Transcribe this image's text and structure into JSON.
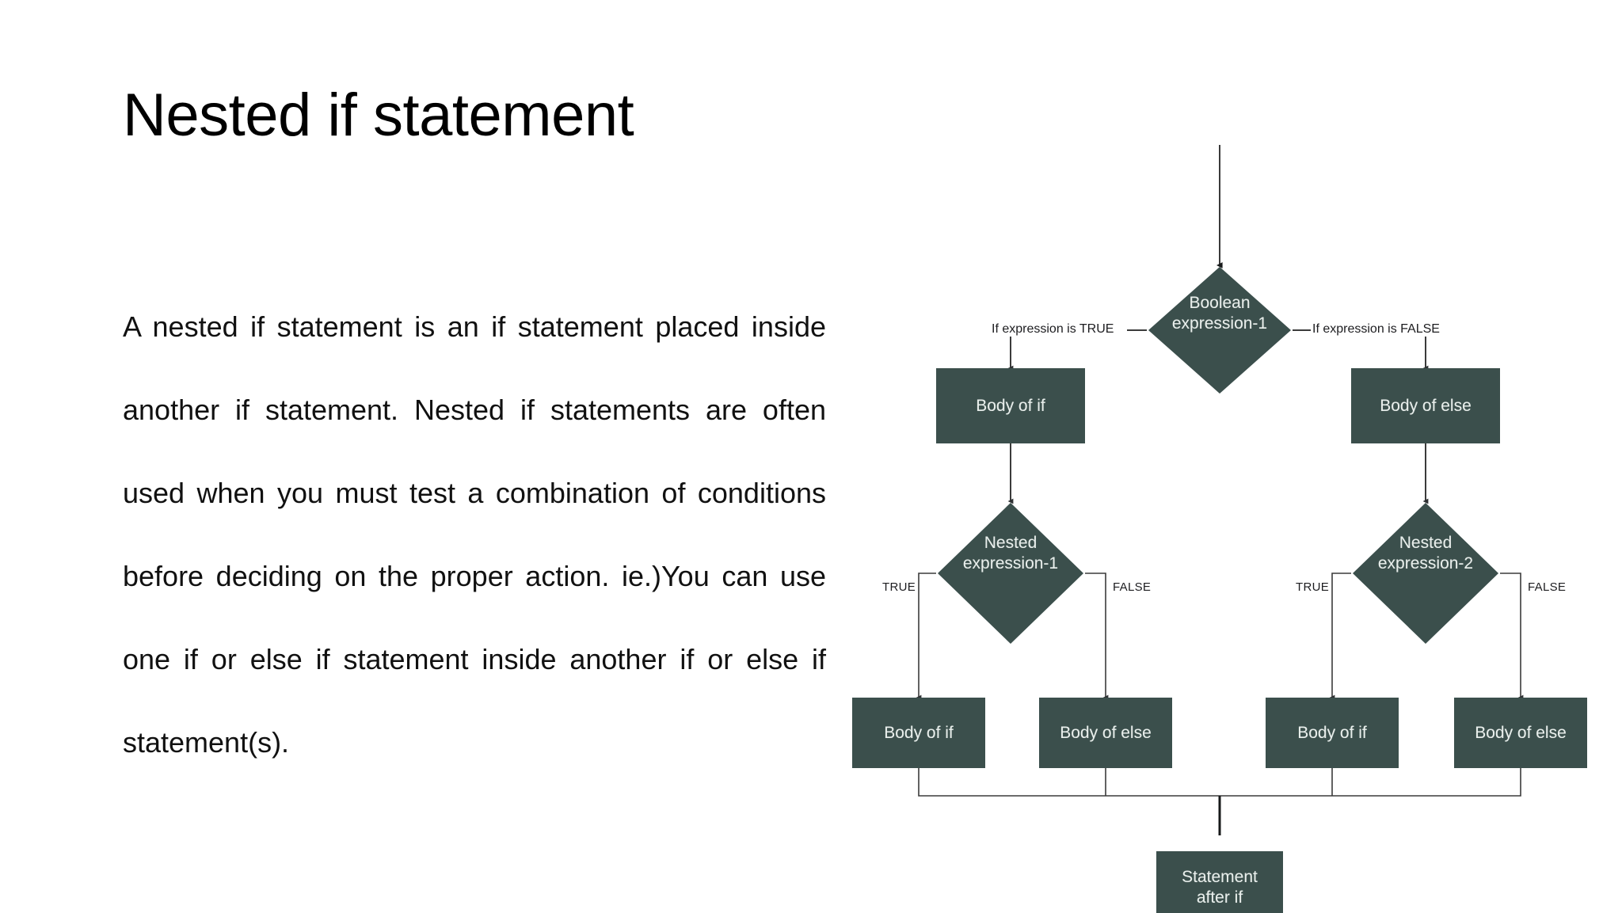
{
  "slide": {
    "title": "Nested if statement",
    "body": "A nested if statement is an if statement placed inside another if statement. Nested if statements are often used when you must test a combination of conditions before deciding on the proper action. ie.)You can use one if or else if statement inside another if or else if statement(s)."
  },
  "colors": {
    "node_fill": "#3b4f4c",
    "node_text": "#e9efec",
    "connector": "#3b3b3b",
    "edge_label_text": "#1d1d20",
    "background": "#ffffff"
  },
  "flowchart": {
    "nodes": {
      "boolean_expression": "Boolean\nexpression-1",
      "body_of_if_1": "Body of if",
      "body_of_else_1": "Body of else",
      "nested_expression_1": "Nested\nexpression-1",
      "nested_expression_2": "Nested\nexpression-2",
      "body_of_if_2": "Body of if",
      "body_of_else_2": "Body of else",
      "body_of_if_3": "Body of if",
      "body_of_else_3": "Body of else",
      "statement_after_if": "Statement\nafter if"
    },
    "edge_labels": {
      "expr_true": "If expression is TRUE",
      "expr_false": "If expression  is FALSE",
      "nested1_true": "TRUE",
      "nested1_false": "FALSE",
      "nested2_true": "TRUE",
      "nested2_false": "FALSE"
    }
  }
}
